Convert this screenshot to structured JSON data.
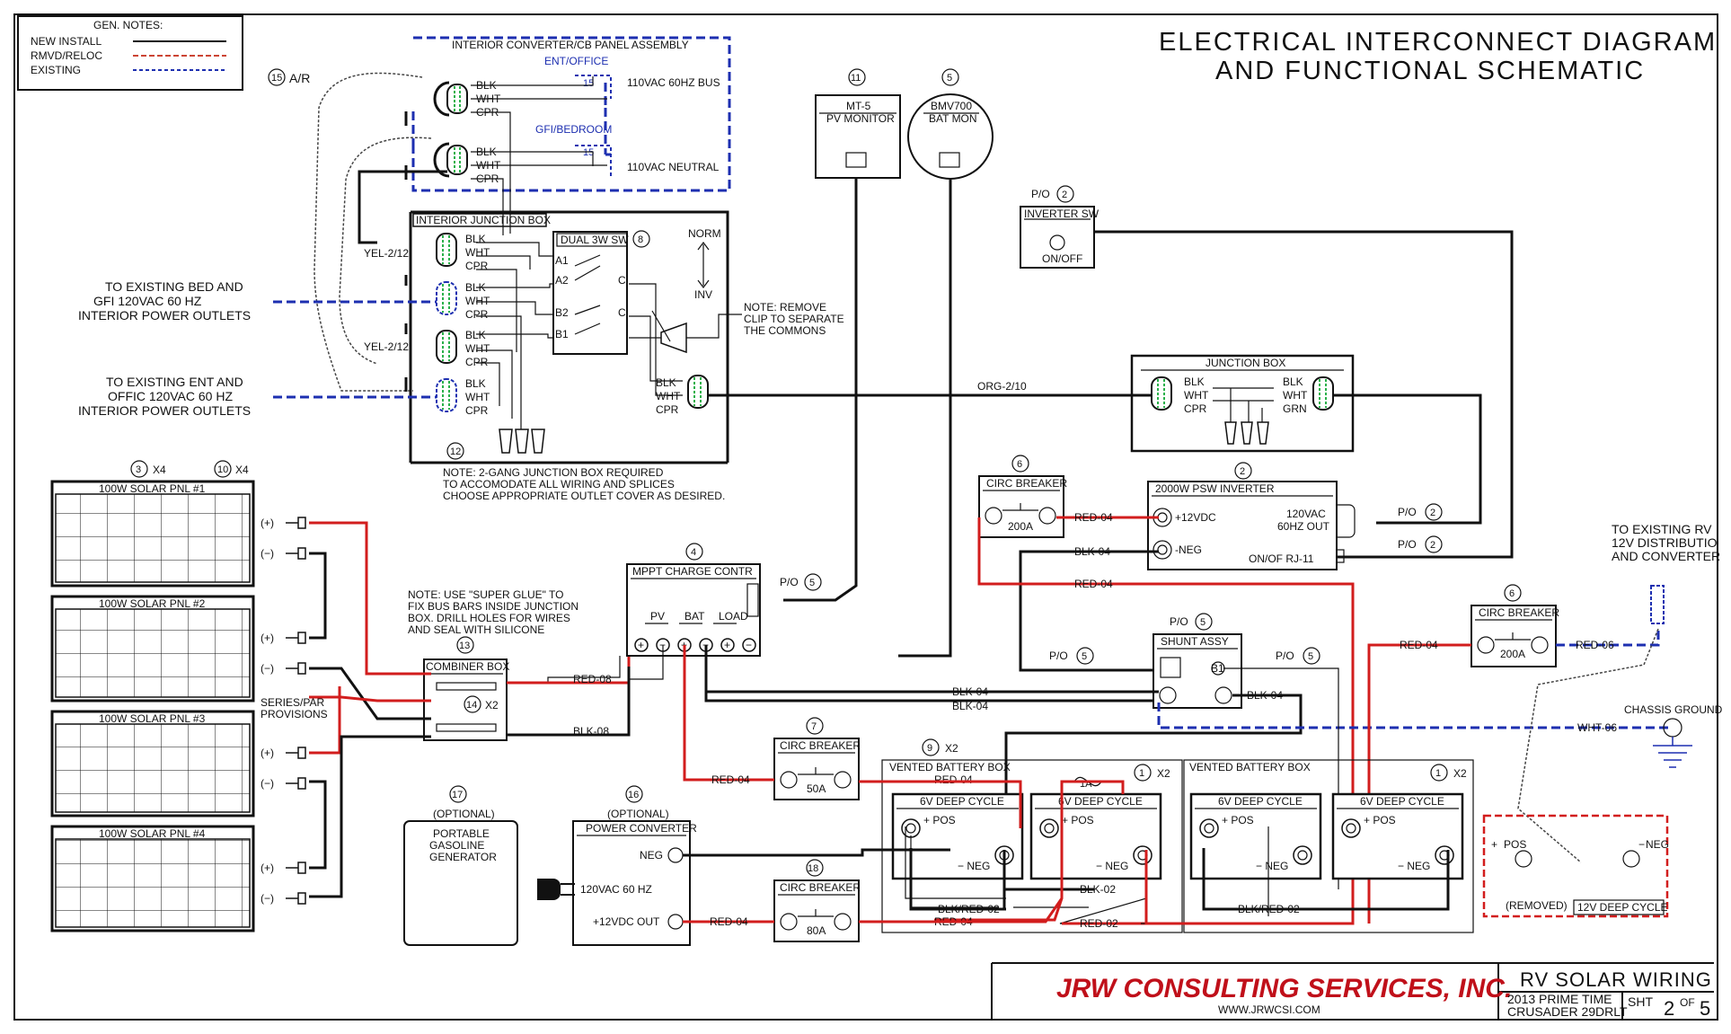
{
  "title": {
    "line1": "ELECTRICAL INTERCONNECT DIAGRAM",
    "line2": "AND FUNCTIONAL SCHEMATIC"
  },
  "notes": {
    "header": "GEN. NOTES:",
    "new_install": "NEW INSTALL",
    "rmvd_reloc": "RMVD/RELOC",
    "existing": "EXISTING",
    "new_install_sym": "(————————)",
    "rmvd_reloc_sym": "(—/—/—/—/)",
    "existing_sym": "(- - - - - - - -)"
  },
  "converter_panel": {
    "title": "INTERIOR CONVERTER/CB PANEL ASSEMBLY",
    "ent_office": "ENT/OFFICE",
    "gfi_bedroom": "GFI/BEDROOM",
    "bus": "110VAC 60HZ BUS",
    "neutral": "110VAC NEUTRAL",
    "breaker_rating": "15",
    "ar_ref": "15",
    "ar_label": "A/R"
  },
  "wires": [
    "BLK",
    "WHT",
    "CPR",
    "GRN"
  ],
  "junction_box": {
    "title": "INTERIOR JUNCTION BOX",
    "switch_label": "DUAL 3W SW",
    "switch_ref": "8",
    "norm": "NORM",
    "inv": "INV",
    "contacts": [
      "A1",
      "A2",
      "B2",
      "B1",
      "C",
      "C"
    ],
    "yel_wire": "YEL-2/12",
    "ref": "12",
    "note": "NOTE: 2-GANG JUNCTION BOX REQUIRED\nTO ACCOMODATE ALL WIRING AND SPLICES\nCHOOSE APPROPRIATE OUTLET COVER AS DESIRED."
  },
  "clip_note": "NOTE: REMOVE\nCLIP TO SEPARATE\nTHE COMMONS",
  "outlets": {
    "bed": "TO EXISTING BED AND\nGFI 120VAC 60 HZ\nINTERIOR POWER OUTLETS",
    "ent": "TO EXISTING ENT AND\nOFFIC 120VAC 60 HZ\nINTERIOR POWER OUTLETS"
  },
  "monitors": {
    "mt5": {
      "ref": "11",
      "name": "MT-5",
      "label": "PV MONITOR"
    },
    "bmv": {
      "ref": "5",
      "name": "BMV700",
      "label": "BAT MON"
    }
  },
  "inverter_sw": {
    "ref": "2",
    "prefix": "P/O",
    "label": "INVERTER SW",
    "state": "ON/OFF"
  },
  "right_junction": {
    "title": "JUNCTION BOX",
    "wire": "ORG-2/10"
  },
  "inverter": {
    "ref": "2",
    "title": "2000W PSW INVERTER",
    "pos": "+12VDC",
    "neg": "-NEG",
    "out": "120VAC 60HZ OUT",
    "rj11": "ON/OF RJ-11",
    "po1": "P/O",
    "po2": "P/O"
  },
  "breakers": {
    "inv": {
      "ref": "6",
      "label": "CIRC BREAKER",
      "rating": "200A"
    },
    "dist": {
      "ref": "6",
      "label": "CIRC BREAKER",
      "rating": "200A"
    },
    "mppt": {
      "ref": "7",
      "label": "CIRC BREAKER",
      "rating": "50A"
    },
    "conv": {
      "ref": "18",
      "label": "CIRC BREAKER",
      "rating": "80A"
    }
  },
  "panels": {
    "ref_a": "3",
    "qty_a": "X4",
    "ref_b": "10",
    "qty_b": "X4",
    "names": [
      "100W SOLAR PNL #1",
      "100W SOLAR PNL #2",
      "100W SOLAR PNL #3",
      "100W SOLAR PNL #4"
    ],
    "pos": "(+)",
    "neg": "(−)",
    "series_par": "SERIES/PAR\nPROVISIONS"
  },
  "combiner": {
    "ref": "13",
    "label": "COMBINER BOX",
    "bus_ref": "14",
    "bus_qty": "X2",
    "note": "NOTE: USE \"SUPER GLUE\" TO\nFIX BUS BARS INSIDE JUNCTION\nBOX. DRILL HOLES FOR WIRES\nAND SEAL WITH SILICONE"
  },
  "mppt": {
    "ref": "4",
    "title": "MPPT CHARGE CONTR",
    "pv": "PV",
    "bat": "BAT",
    "load": "LOAD",
    "terms": [
      "+",
      "−",
      "+",
      "−",
      "+",
      "−"
    ],
    "po_ref": "5"
  },
  "shunt": {
    "ref": "5",
    "label": "SHUNT ASSY",
    "b1": "B1"
  },
  "wire_labels": {
    "red08": "RED-08",
    "blk08": "BLK-08",
    "red04": "RED-04",
    "blk04": "BLK-04",
    "red06": "RED-06",
    "wht06": "WHT-06",
    "blk02": "BLK-02",
    "blkred02": "BLK/RED-02",
    "red02": "RED-02"
  },
  "po_labels": {
    "prefix": "P/O",
    "ref": "5"
  },
  "batteries": {
    "box_label": "VENTED BATTERY BOX",
    "battery": "6V DEEP CYCLE",
    "pos": "POS",
    "neg": "NEG",
    "plus": "+",
    "minus": "−",
    "ref_box": "9",
    "qty_box": "X2",
    "ref_bat": "1",
    "qty_bat": "X2",
    "fuse": "1A"
  },
  "removed": {
    "label": "12V DEEP CYCLE",
    "removed": "(REMOVED)",
    "pos": "POS",
    "neg": "NEG",
    "plus": "+",
    "minus": "−"
  },
  "distribution": {
    "label": "TO EXISTING RV\n12V DISTRIBUTIO\nAND CONVERTER",
    "ground": "CHASSIS GROUND"
  },
  "generator": {
    "ref": "17",
    "optional": "(OPTIONAL)",
    "label": "PORTABLE\nGASOLINE\nGENERATOR"
  },
  "power_converter": {
    "ref": "16",
    "optional": "(OPTIONAL)",
    "title": "POWER CONVERTER",
    "neg": "NEG",
    "input": "120VAC 60 HZ",
    "out": "+12VDC OUT"
  },
  "title_block": {
    "company": "JRW CONSULTING SERVICES, INC.",
    "url": "WWW.JRWCSI.COM",
    "drawing": "RV SOLAR WIRING",
    "model": "2013 PRIME TIME\nCRUSADER 29DRLT",
    "sht_label": "SHT",
    "sht_num": "2",
    "of": "OF",
    "sht_total": "5"
  }
}
